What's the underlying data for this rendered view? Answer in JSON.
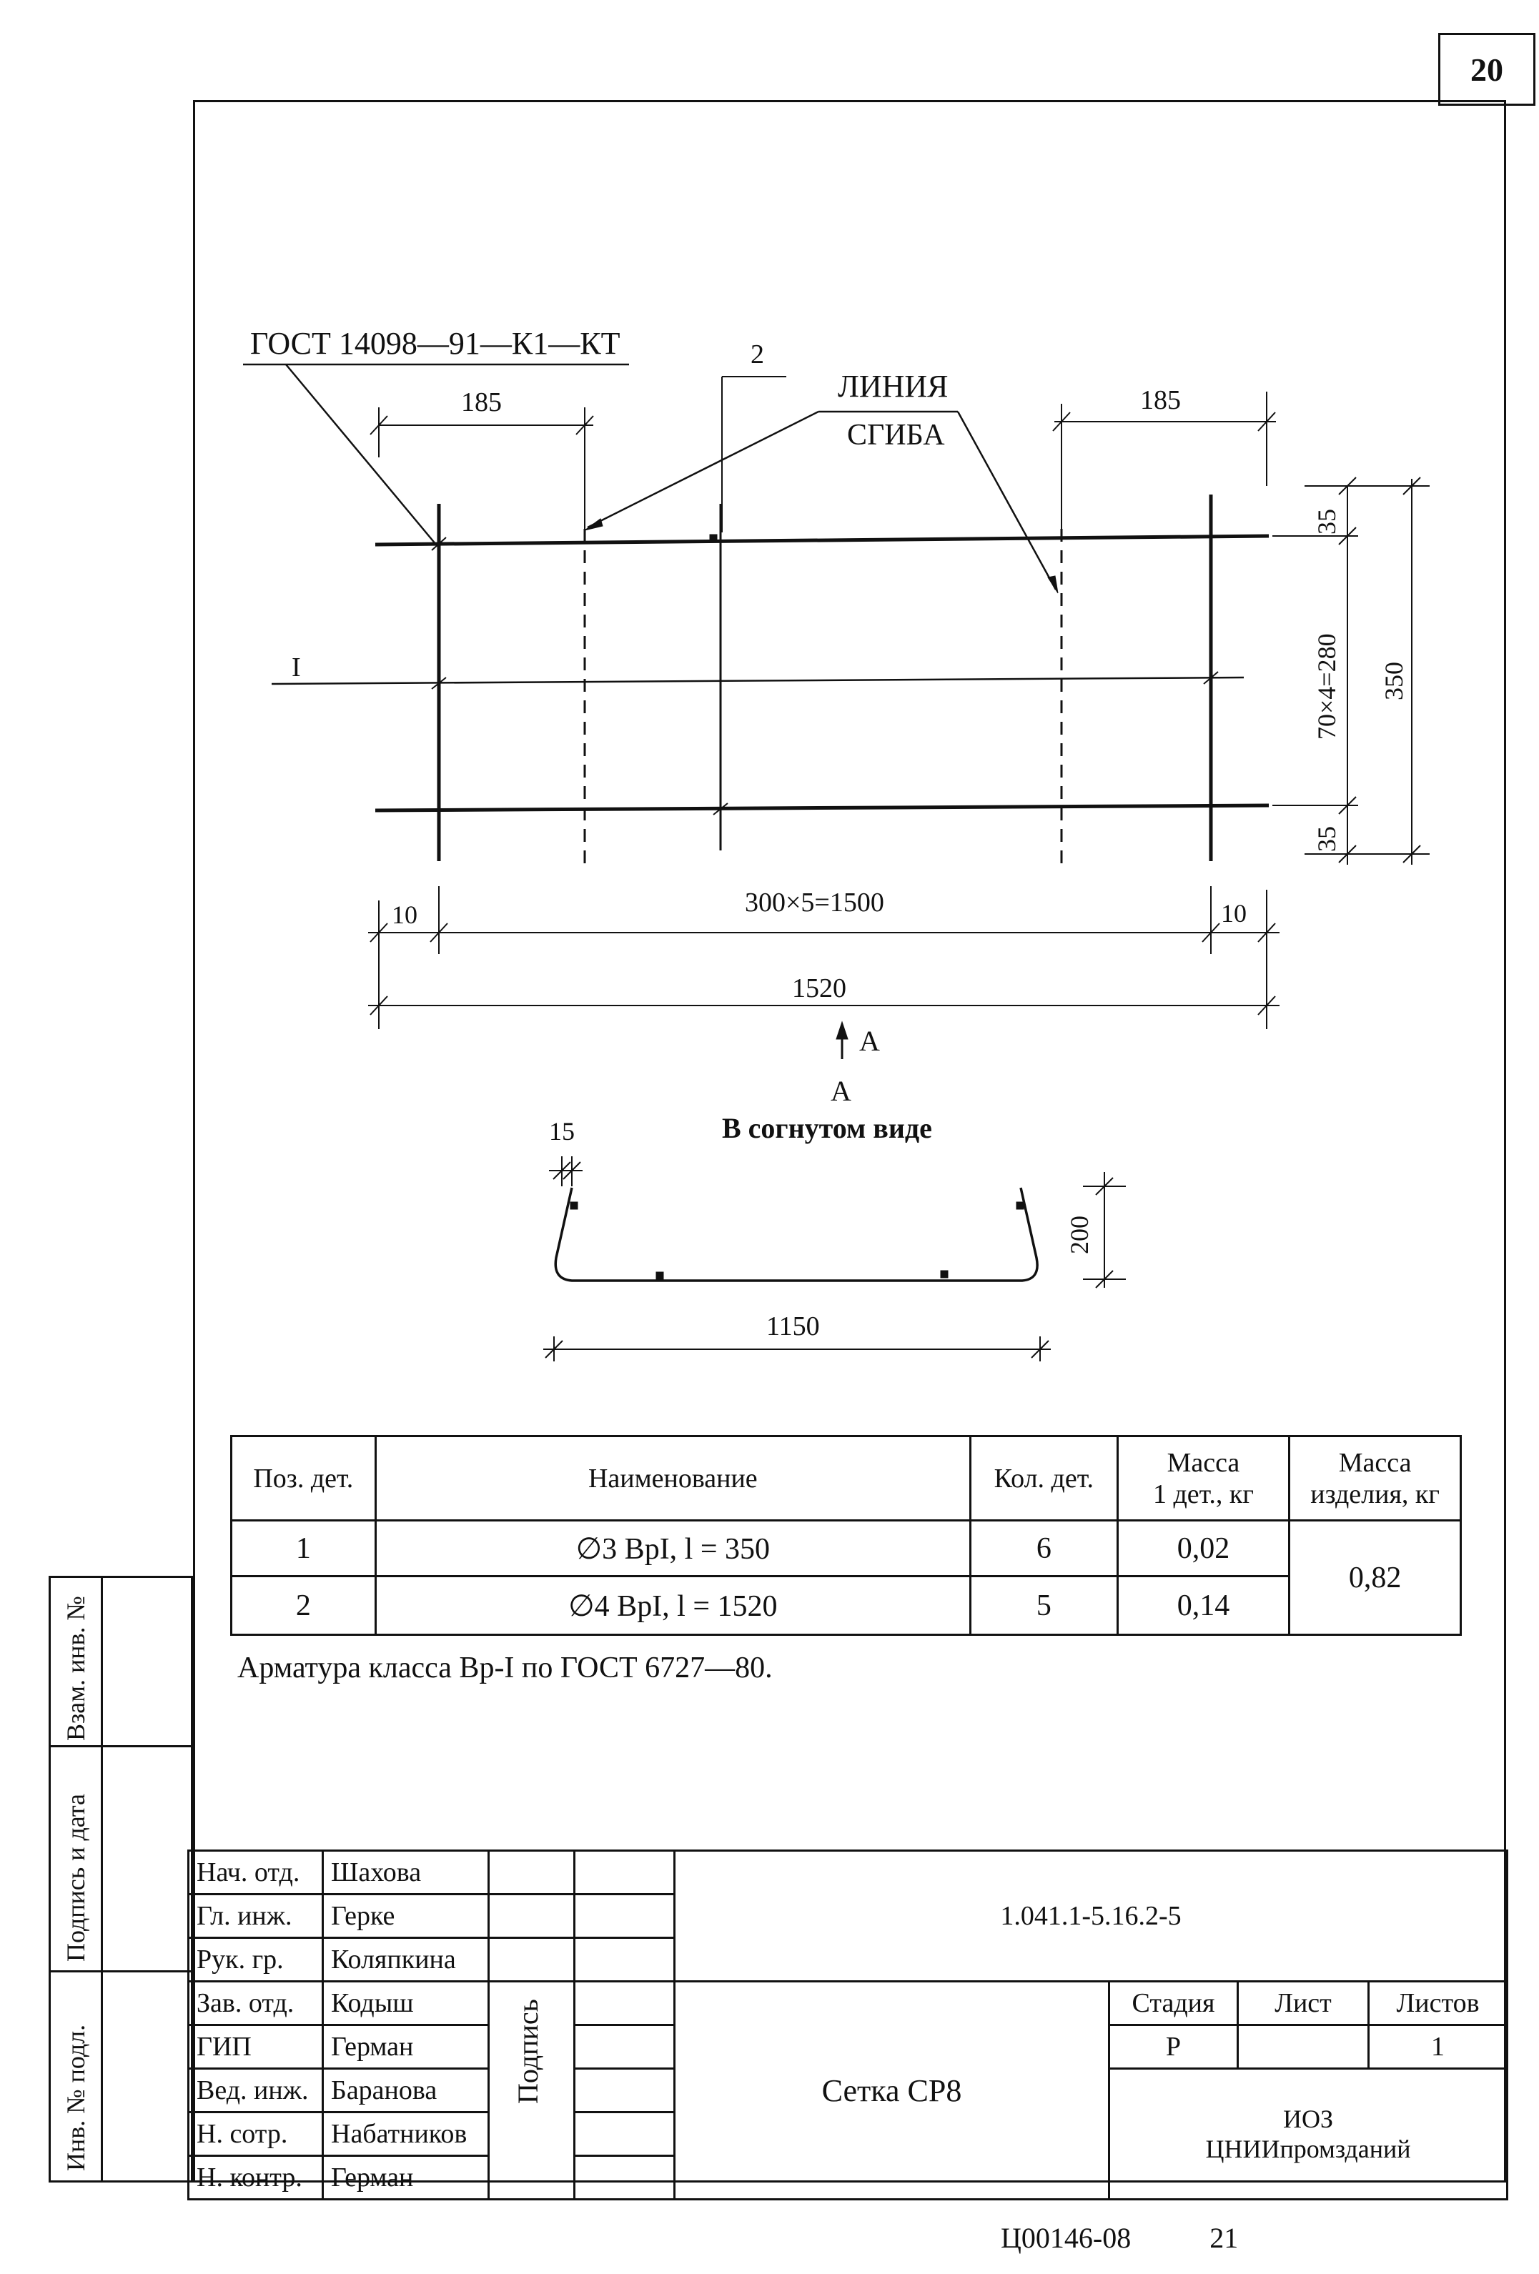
{
  "sheet_number": "20",
  "drawing": {
    "weld_spec": "ГОСТ 14098—91—К1—КТ",
    "bend_line_label_1": "ЛИНИЯ",
    "bend_line_label_2": "СГИБА",
    "position_2": "2",
    "position_1": "I",
    "dim_top_left": "185",
    "dim_top_right": "185",
    "dim_35_top": "35",
    "dim_35_bottom": "35",
    "dim_70x4": "70×4=280",
    "dim_350": "350",
    "dim_10_left": "10",
    "dim_10_right": "10",
    "dim_300x5": "300×5=1500",
    "dim_1520": "1520",
    "view_arrow": "А",
    "section_letter": "А",
    "section_title": "В согнутом виде",
    "dim_15": "15",
    "dim_200": "200",
    "dim_1150": "1150"
  },
  "spec_table": {
    "headers": {
      "pos": "Поз. дет.",
      "name": "Наименование",
      "qty": "Кол. дет.",
      "mass1_l1": "Масса",
      "mass1_l2": "1 дет., кг",
      "mass2_l1": "Масса",
      "mass2_l2": "изделия, кг"
    },
    "rows": [
      {
        "pos": "1",
        "name": "∅3 BpI, l = 350",
        "qty": "6",
        "mass": "0,02"
      },
      {
        "pos": "2",
        "name": "∅4 BpI, l = 1520",
        "qty": "5",
        "mass": "0,14"
      }
    ],
    "total_mass": "0,82"
  },
  "note": "Арматура класса Вр-I по ГОСТ 6727—80.",
  "title_block": {
    "roles": [
      "Нач. отд.",
      "Гл. инж.",
      "Рук. гр.",
      "Зав. отд.",
      "ГИП",
      "Вед. инж.",
      "Н. сотр.",
      "Н. контр."
    ],
    "names": [
      "Шахова",
      "Герке",
      "Коляпкина",
      "Кодыш",
      "Герман",
      "Баранова",
      "Набатников",
      "Герман"
    ],
    "signature_label": "Подпись",
    "doc_code": "1.041.1-5.16.2-5",
    "title": "Сетка СР8",
    "stage_label": "Стадия",
    "sheet_label": "Лист",
    "sheets_label": "Листов",
    "stage_value": "Р",
    "sheet_value": "",
    "sheets_value": "1",
    "org_line1": "ИОЗ",
    "org_line2": "ЦНИИпромзданий"
  },
  "side_stamp": {
    "inv_replace": "Взам. инв. №",
    "signature_date": "Подпись и дата",
    "inv_original": "Инв. № подл."
  },
  "footer": {
    "code": "Ц00146-08",
    "page": "21"
  }
}
